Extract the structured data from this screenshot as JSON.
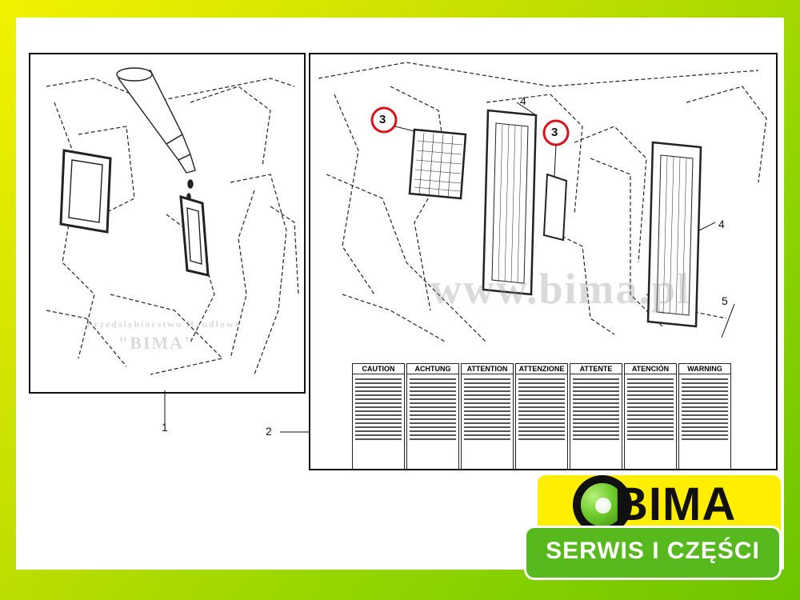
{
  "callouts": {
    "panel_left": "1",
    "panel_right": "2",
    "part_3a": "3",
    "part_3b": "3",
    "part_4a": "4",
    "part_4b": "4",
    "part_5": "5"
  },
  "warning_labels": [
    "CAUTION",
    "ACHTUNG",
    "ATTENTION",
    "ATTENZIONE",
    "ATTENTE",
    "ATENCIÓN",
    "WARNING"
  ],
  "watermarks": {
    "url": "www.bima.pl",
    "company_line1": "Przedsiębiorstwo Handlowe",
    "company_line2": "\"BIMA\""
  },
  "logo": {
    "brand": "BIMA",
    "tagline": "SERWIS I CZĘŚCI"
  },
  "colors": {
    "frame_start": "#f2f200",
    "frame_end": "#6cc400",
    "logo_yellow": "#ffee00",
    "logo_green": "#58b91f",
    "callout_red": "#d7141a"
  }
}
